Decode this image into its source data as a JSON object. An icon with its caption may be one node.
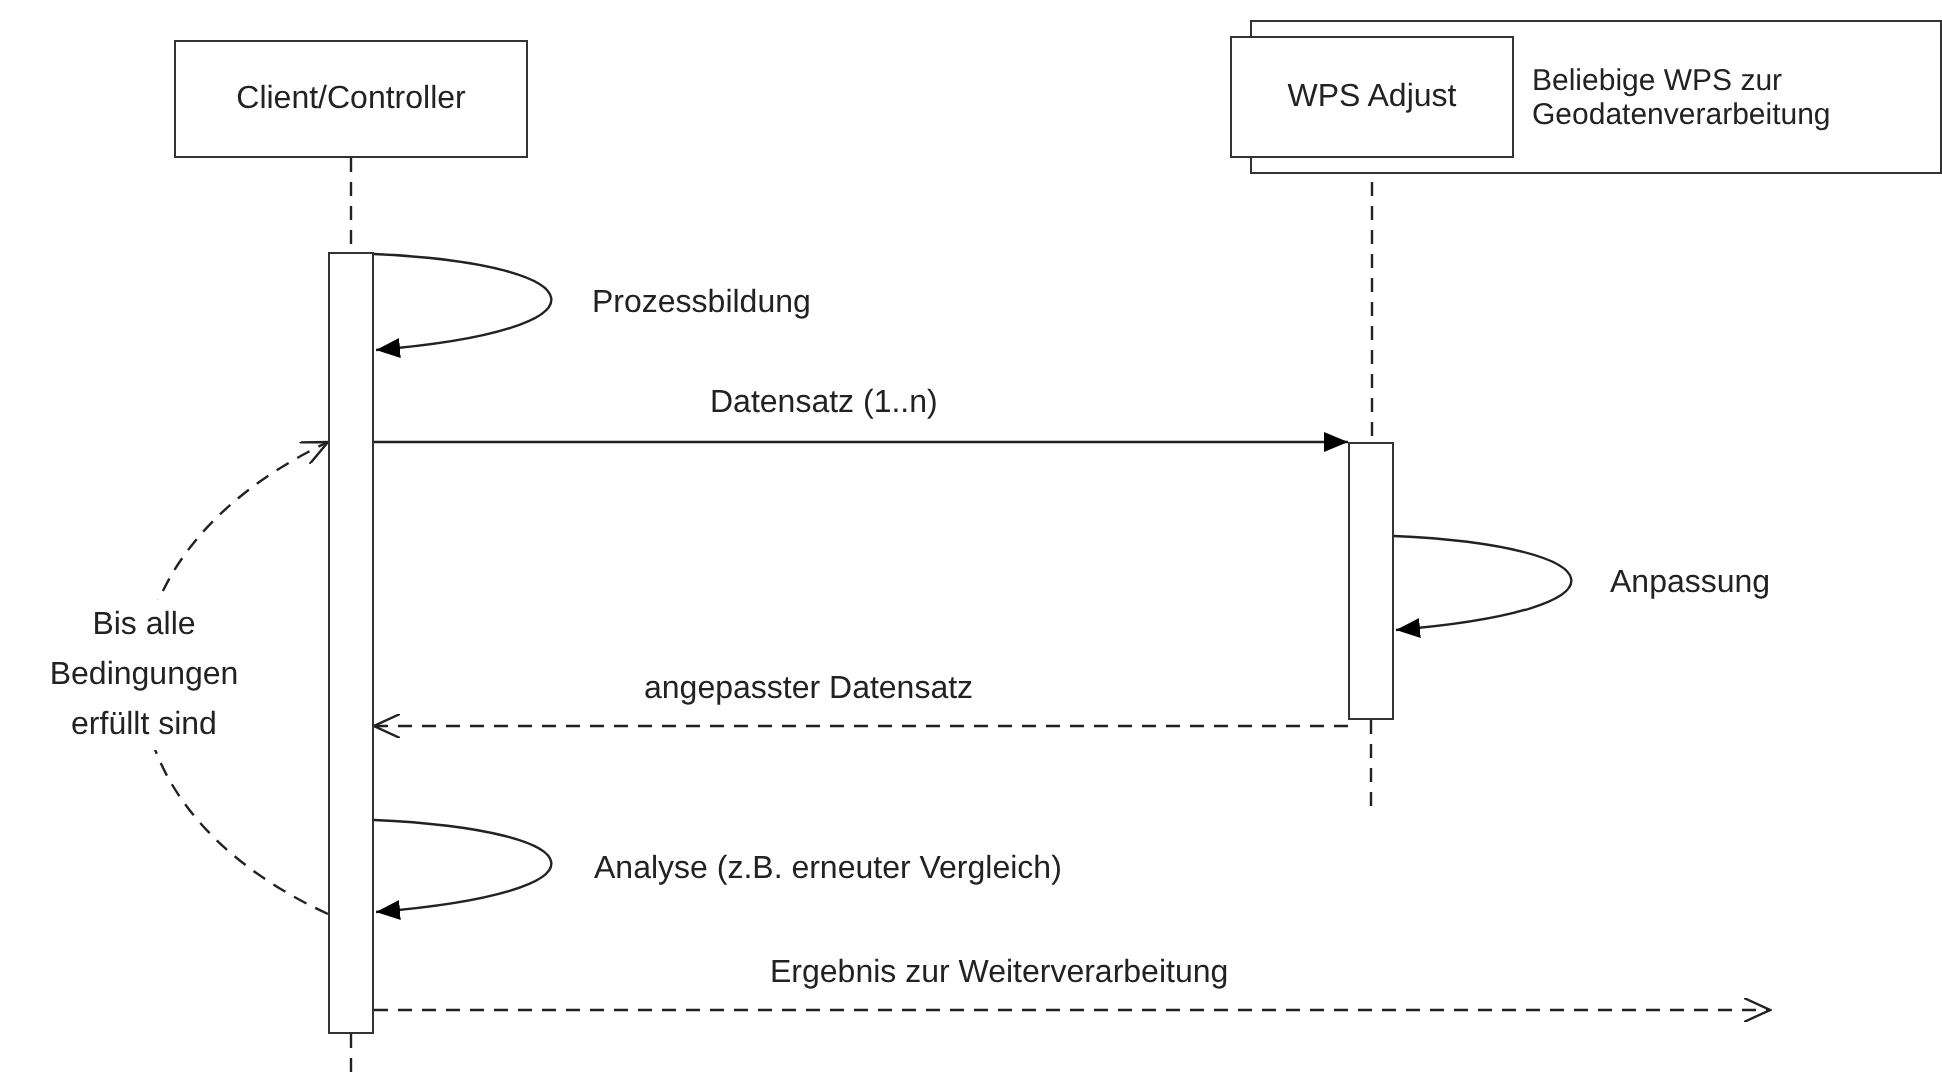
{
  "diagram": {
    "nodes": [
      {
        "text": [
          "Client/Controller"
        ]
      },
      {
        "text": [
          "WPS Adjust"
        ]
      },
      {
        "text": [
          "Beliebige WPS zur Geodatenverarbeitung"
        ]
      },
      {
        "text": [],
        "shape": "bar"
      },
      {
        "text": [],
        "shape": "bar"
      }
    ],
    "edges": [
      {
        "from": 0,
        "to": 3,
        "arrow": "none",
        "style": "dashed"
      },
      {
        "from": 3,
        "to": null,
        "arrow": "none",
        "style": "dashed"
      },
      {
        "from": 1,
        "to": 4,
        "arrow": "none",
        "style": "dashed"
      },
      {
        "from": 4,
        "to": null,
        "arrow": "none",
        "style": "dashed"
      },
      {
        "from": 3,
        "to": 3,
        "arrow": "to",
        "label": "Prozessbildung"
      },
      {
        "from": 3,
        "to": 4,
        "arrow": "to",
        "label": "Datensatz (1..n)"
      },
      {
        "from": 4,
        "to": 4,
        "arrow": "to",
        "label": "Anpassung"
      },
      {
        "from": 4,
        "to": 3,
        "arrow": "to",
        "label": "angepasster Datensatz",
        "style": "dashed"
      },
      {
        "from": 3,
        "to": 3,
        "arrow": "to",
        "label": "Analyse (z.B. erneuter Vergleich)"
      },
      {
        "from": 3,
        "to": null,
        "arrow": "to",
        "label": "Ergebnis zur Weiterverarbeitung",
        "style": "dashed"
      },
      {
        "from": 3,
        "to": 3,
        "arrow": "to",
        "label": "Bis alle Bedingungen erfüllt sind",
        "style": "dashed"
      }
    ]
  }
}
